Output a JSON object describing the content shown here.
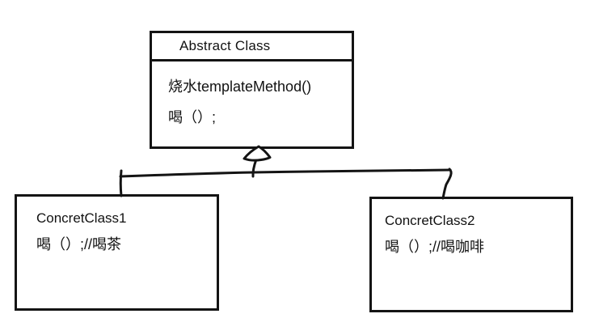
{
  "diagram": {
    "abstract_class": {
      "name": "Abstract Class",
      "methods": [
        "烧水templateMethod()",
        "喝（）;"
      ]
    },
    "concrete_classes": [
      {
        "name": "ConcretClass1",
        "methods": [
          "喝（）;//喝茶"
        ]
      },
      {
        "name": "ConcretClass2",
        "methods": [
          "喝（）;//喝咖啡"
        ]
      }
    ],
    "relationship": {
      "type": "inheritance",
      "arrowhead": "hollow-triangle",
      "direction": "children-to-parent"
    },
    "colors": {
      "stroke": "#141414",
      "background": "#ffffff",
      "text": "#121212"
    }
  }
}
